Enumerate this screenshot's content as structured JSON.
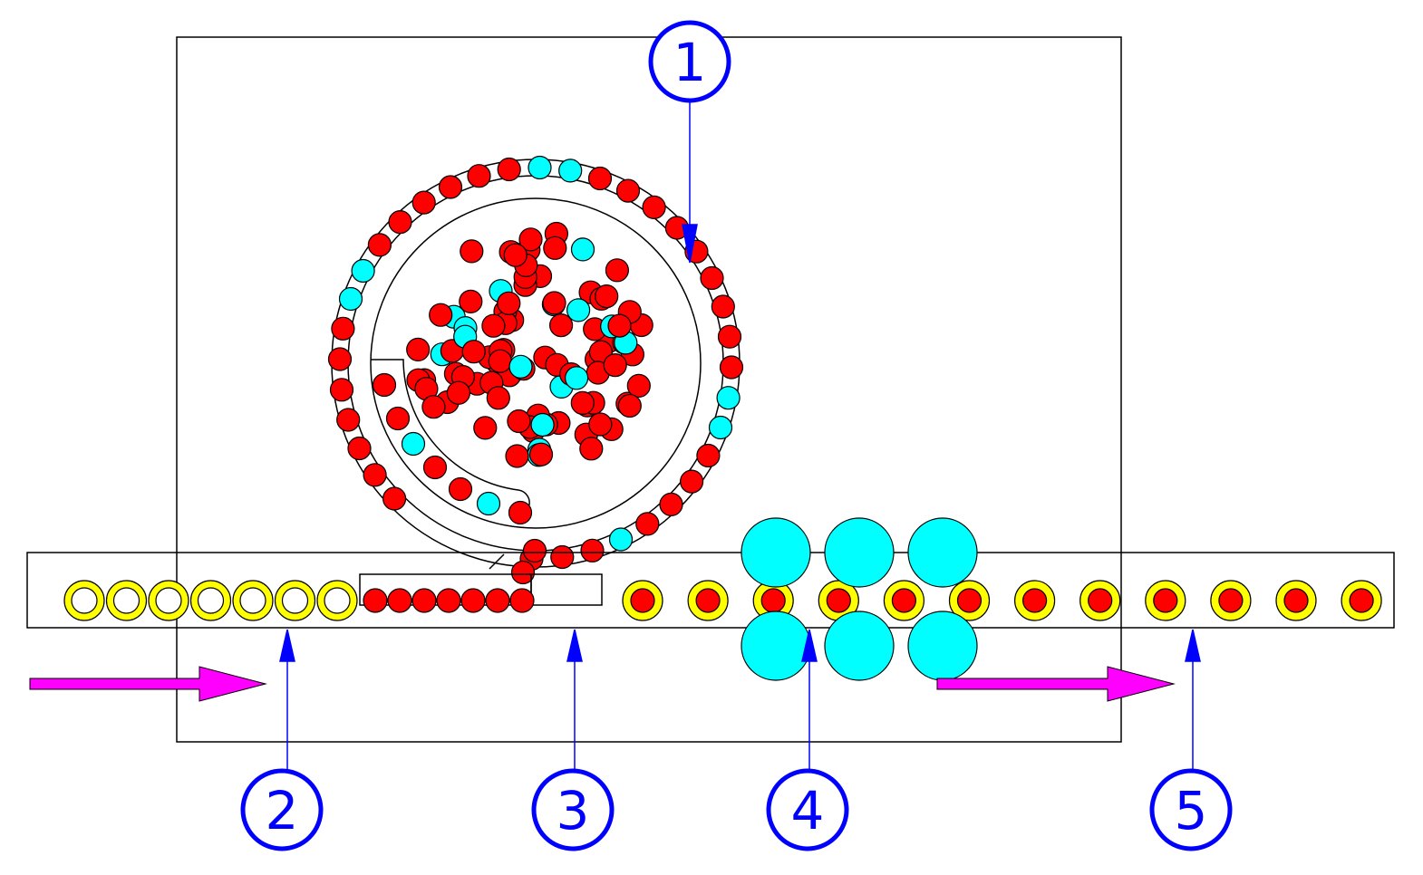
{
  "callouts": [
    {
      "id": "1",
      "label": "1"
    },
    {
      "id": "2",
      "label": "2"
    },
    {
      "id": "3",
      "label": "3"
    },
    {
      "id": "4",
      "label": "4"
    },
    {
      "id": "5",
      "label": "5"
    }
  ],
  "colors": {
    "outline": "#000000",
    "ball_red": "#ff0000",
    "ball_cyan": "#00ffff",
    "cup_yellow": "#ffff00",
    "callout_blue": "#0000ff",
    "arrow_magenta": "#ff00ff"
  },
  "counts": {
    "empty_cups": 7,
    "filled_cups": 12,
    "queue_balls": 7,
    "cyan_rollers_per_row": 3
  },
  "icons": {
    "flow_arrow": "right-arrow-icon"
  }
}
